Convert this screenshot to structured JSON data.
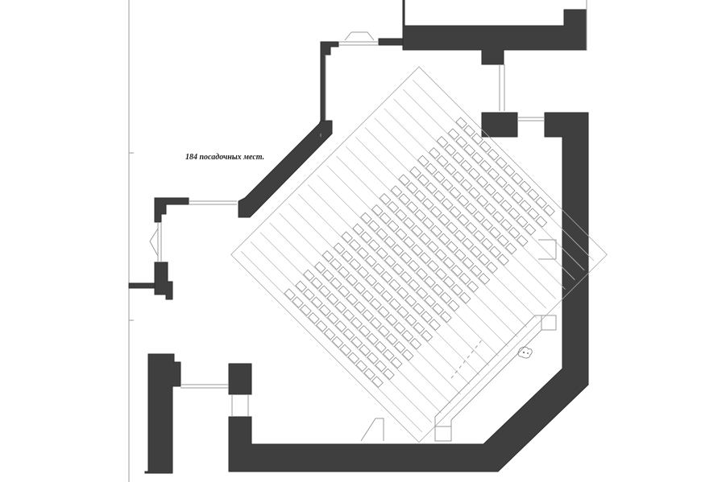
{
  "plan": {
    "caption": "184 посадочных мест.",
    "wall_color": "#3f3f3f",
    "line_color": "#9a9a9a",
    "seat_layout": {
      "rows": 19,
      "seats_per_row": 12,
      "note": "seats arranged in a grid rotated 45°"
    },
    "icons": [
      "door-swing-icon",
      "window-icon",
      "stage-logo-icon"
    ]
  }
}
